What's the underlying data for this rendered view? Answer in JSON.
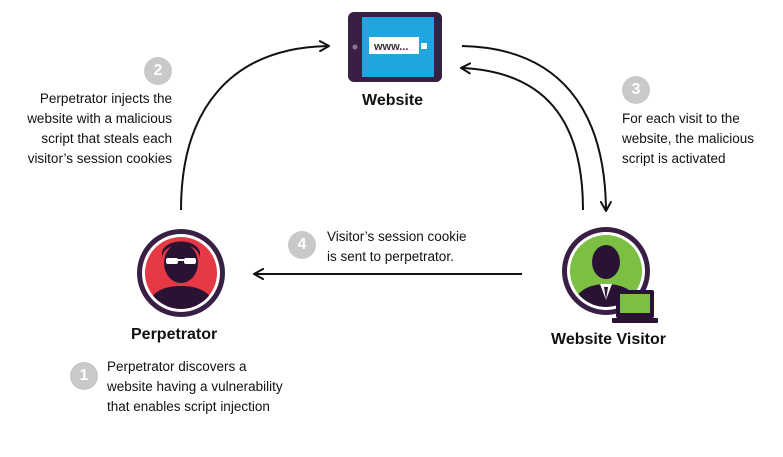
{
  "nodes": {
    "website": {
      "label": "Website",
      "screen_text": "www..."
    },
    "perpetrator": {
      "label": "Perpetrator"
    },
    "visitor": {
      "label": "Website Visitor"
    }
  },
  "steps": [
    {
      "number": "1",
      "lines": [
        "Perpetrator discovers a",
        "website having a vulnerability",
        "that enables script injection"
      ]
    },
    {
      "number": "2",
      "lines": [
        "Perpetrator injects the",
        "website with a malicious",
        "script that steals each",
        "visitor’s session cookies"
      ]
    },
    {
      "number": "3",
      "lines": [
        "For each visit to the",
        "website, the malicious",
        "script is activated"
      ]
    },
    {
      "number": "4",
      "lines": [
        "Visitor’s session cookie",
        "is sent to perpetrator."
      ]
    }
  ],
  "colors": {
    "device_frame": "#3a1f45",
    "screen": "#1fa5e0",
    "perpetrator_ring": "#3a1f45",
    "perpetrator_bg": "#e63946",
    "visitor_ring": "#3a1f45",
    "visitor_bg": "#7bc043",
    "badge": "#c9c9c9",
    "arrow": "#111111"
  }
}
